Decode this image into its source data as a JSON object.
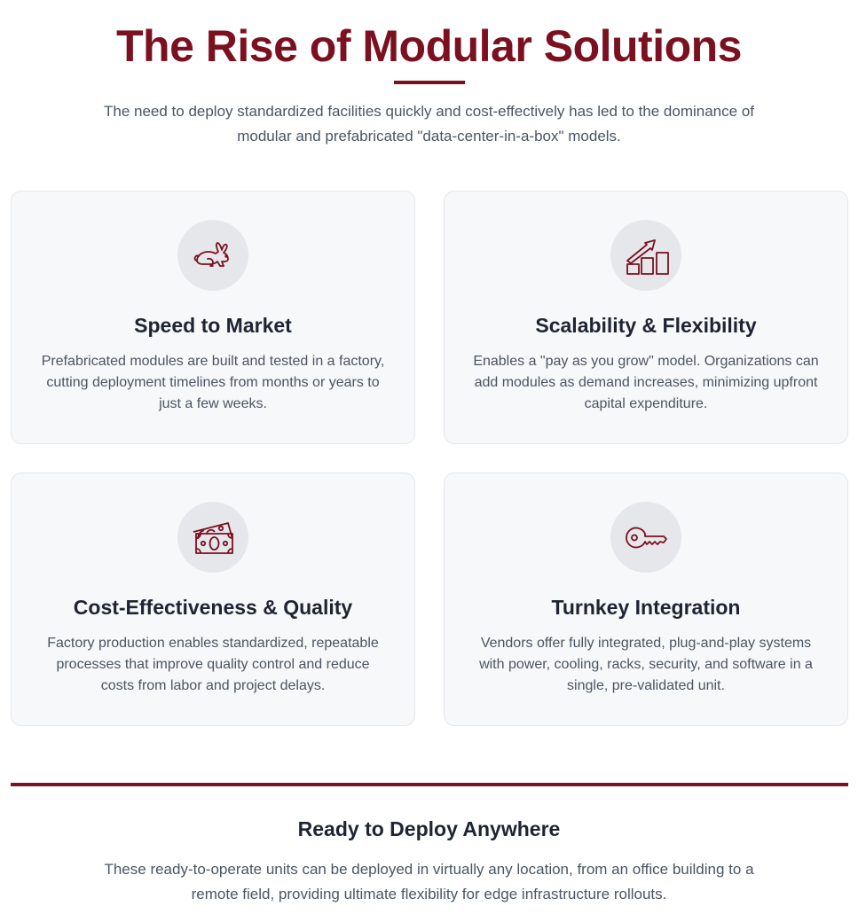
{
  "header": {
    "title": "The Rise of Modular Solutions",
    "intro": "The need to deploy standardized facilities quickly and cost-effectively has led to the dominance of modular and prefabricated \"data-center-in-a-box\" models."
  },
  "colors": {
    "accent": "#7b1120",
    "card_bg": "#f7f8f9",
    "icon_bg": "#e5e7eb",
    "heading": "#1f2433",
    "body_text": "#4b5563"
  },
  "cards": [
    {
      "icon": "rabbit-icon",
      "title": "Speed to Market",
      "text": "Prefabricated modules are built and tested in a factory, cutting deployment timelines from months or years to just a few weeks."
    },
    {
      "icon": "growth-chart-icon",
      "title": "Scalability & Flexibility",
      "text": "Enables a \"pay as you grow\" model. Organizations can add modules as demand increases, minimizing upfront capital expenditure."
    },
    {
      "icon": "money-bills-icon",
      "title": "Cost-Effectiveness & Quality",
      "text": "Factory production enables standardized, repeatable processes that improve quality control and reduce costs from labor and project delays."
    },
    {
      "icon": "key-icon",
      "title": "Turnkey Integration",
      "text": "Vendors offer fully integrated, plug-and-play systems with power, cooling, racks, security, and software in a single, pre-validated unit."
    }
  ],
  "footer": {
    "title": "Ready to Deploy Anywhere",
    "text": "These ready-to-operate units can be deployed in virtually any location, from an office building to a remote field, providing ultimate flexibility for edge infrastructure rollouts."
  }
}
